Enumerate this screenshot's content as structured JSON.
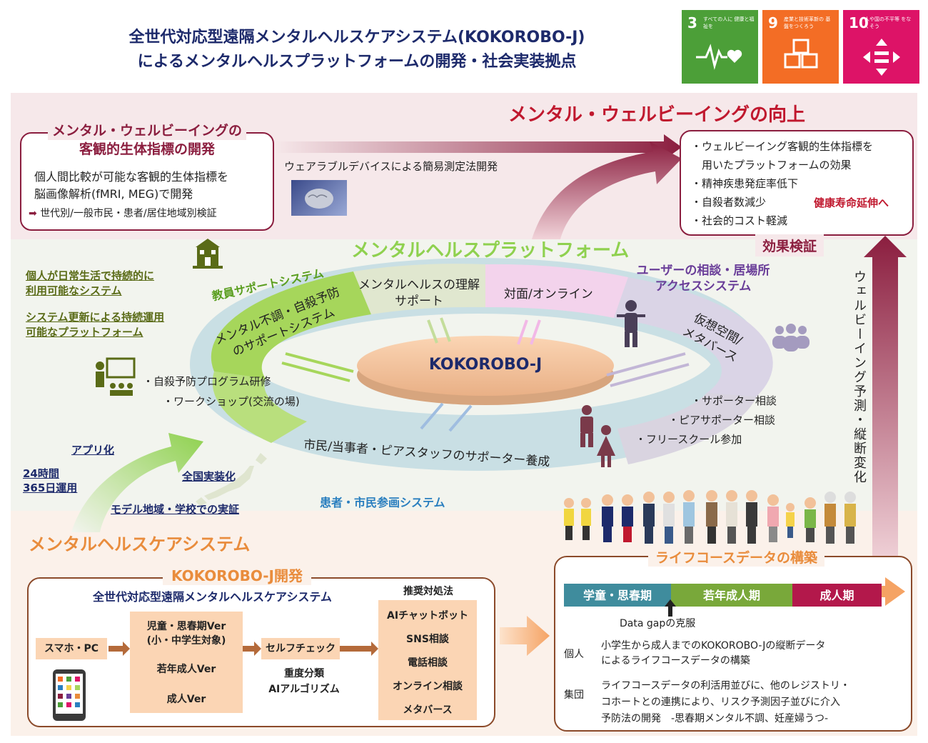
{
  "title": {
    "line1": "全世代対応型遠隔メンタルヘルスケアシステム(KOKOROBO-J)",
    "line2": "によるメンタルヘルスプラットフォームの開発・社会実装拠点"
  },
  "sdgs": [
    {
      "num": "3",
      "text": "すべての人に 健康と福祉を",
      "color": "#4c9f38"
    },
    {
      "num": "9",
      "text": "産業と技術革新の 基盤をつくろう",
      "color": "#f36d25"
    },
    {
      "num": "10",
      "text": "人や国の不平等 をなくそう",
      "color": "#dd1367"
    }
  ],
  "wellbeing_heading": "メンタル・ウェルビーイングの向上",
  "biomarker": {
    "title1": "メンタル・ウェルビーイングの",
    "title2": "客観的生体指標の開発",
    "line1": "個人間比較が可能な客観的生体指標を",
    "line2": "脳画像解析(fMRI, MEG)で開発",
    "line3": "世代別/一般市民・患者/居住地域別検証"
  },
  "wearable": "ウェアラブルデバイスによる簡易測定法開発",
  "effects": {
    "items": [
      "・ウェルビーイング客観的生体指標を",
      "　用いたプラットフォームの効果",
      "・精神疾患発症率低下",
      "・自殺者数減少",
      "・社会的コスト軽減"
    ],
    "healthy_life": "健康寿命延伸へ",
    "verify": "効果検証"
  },
  "platform_title": "メンタルヘルスプラットフォーム",
  "left_notes": [
    "個人が日常生活で持続的に",
    "利用可能なシステム",
    "システム更新による持続運用",
    "可能なプラットフォーム"
  ],
  "ring": {
    "teacher_label": "教員サポートシステム",
    "user_label1": "ユーザーの相談・居場所",
    "user_label2": "アクセスシステム",
    "patient_label": "患者・市民参画システム",
    "seg_green1": "メンタル不調・自殺予防",
    "seg_green2": "のサポートシステム",
    "seg_top1": "メンタルヘルスの理解",
    "seg_top2": "サポート",
    "seg_pink": "対面/オンライン",
    "seg_right1": "仮想空間/",
    "seg_right2": "メタバース",
    "seg_bottom": "市民/当事者・ピアスタッフのサポーター養成",
    "center": "KOKOROBO-J"
  },
  "teacher_items": [
    "・自殺予防プログラム研修",
    "・ワークショップ(交流の場)"
  ],
  "user_items": [
    "・サポーター相談",
    "・ピアサポーター相談",
    "・フリースクール参加"
  ],
  "deploy": {
    "app": "アプリ化",
    "hours1": "24時間",
    "hours2": "365日運用",
    "national": "全国実装化",
    "model": "モデル地域・学校での実証"
  },
  "care_system": "メンタルヘルスケアシステム",
  "right_vertical": "ウェルビーイング予測・縦断変化",
  "dev": {
    "title": "KOKOROBO-J開発",
    "subtitle": "全世代対応型遠隔メンタルヘルスケアシステム",
    "device": "スマホ・PC",
    "versions": [
      "児童・思春期Ver",
      "(小・中学生対象)",
      "若年成人Ver",
      "成人Ver"
    ],
    "selfcheck": "セルフチェック",
    "severity": "重度分類",
    "ai_algo": "AIアルゴリズム",
    "recommend_title": "推奨対処法",
    "recommend": [
      "AIチャットボット",
      "SNS相談",
      "電話相談",
      "オンライン相談",
      "メタバース"
    ]
  },
  "lifecourse": {
    "title": "ライフコースデータの構築",
    "stages": [
      "学童・思春期",
      "若年成人期",
      "成人期"
    ],
    "gap": "Data gapの克服",
    "indiv_label": "個人",
    "indiv1": "小学生から成人までのKOKOROBO-Jの縦断データ",
    "indiv2": "によるライフコースデータの構築",
    "group_label": "集団",
    "group1": "ライフコースデータの利活用並びに、他のレジストリ・",
    "group2": "コホートとの連携により、リスク予測因子並びに介入",
    "group3": "予防法の開発　-思春期メンタル不調、妊産婦うつ-"
  }
}
